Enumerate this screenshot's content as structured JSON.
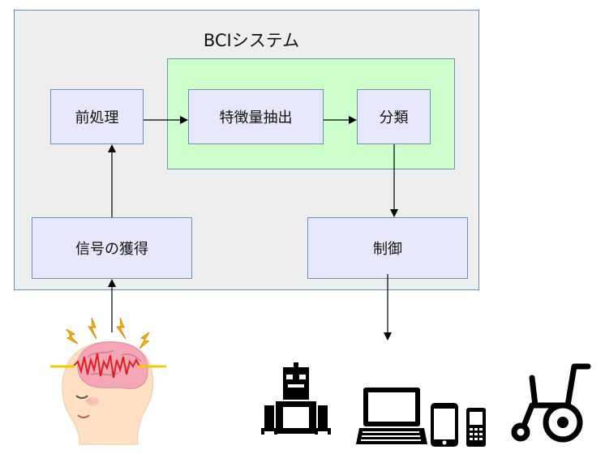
{
  "diagram": {
    "system_title": "BCIシステム",
    "nodes": {
      "preprocessing": "前処理",
      "feature_extraction": "特徴量抽出",
      "classification": "分類",
      "signal_acquisition": "信号の獲得",
      "control": "制御"
    },
    "colors": {
      "system_bg": "#eeeeee",
      "feature_group_bg": "#ccffcc",
      "node_bg": "#e8e8fb",
      "border": "#6f8fbf",
      "arrow": "#000000"
    },
    "illustrations": {
      "brain": "head-with-eeg-signal-icon",
      "devices": [
        "robot-icon",
        "laptop-icon",
        "smartphone-icon",
        "feature-phone-icon",
        "wheelchair-icon"
      ]
    }
  }
}
